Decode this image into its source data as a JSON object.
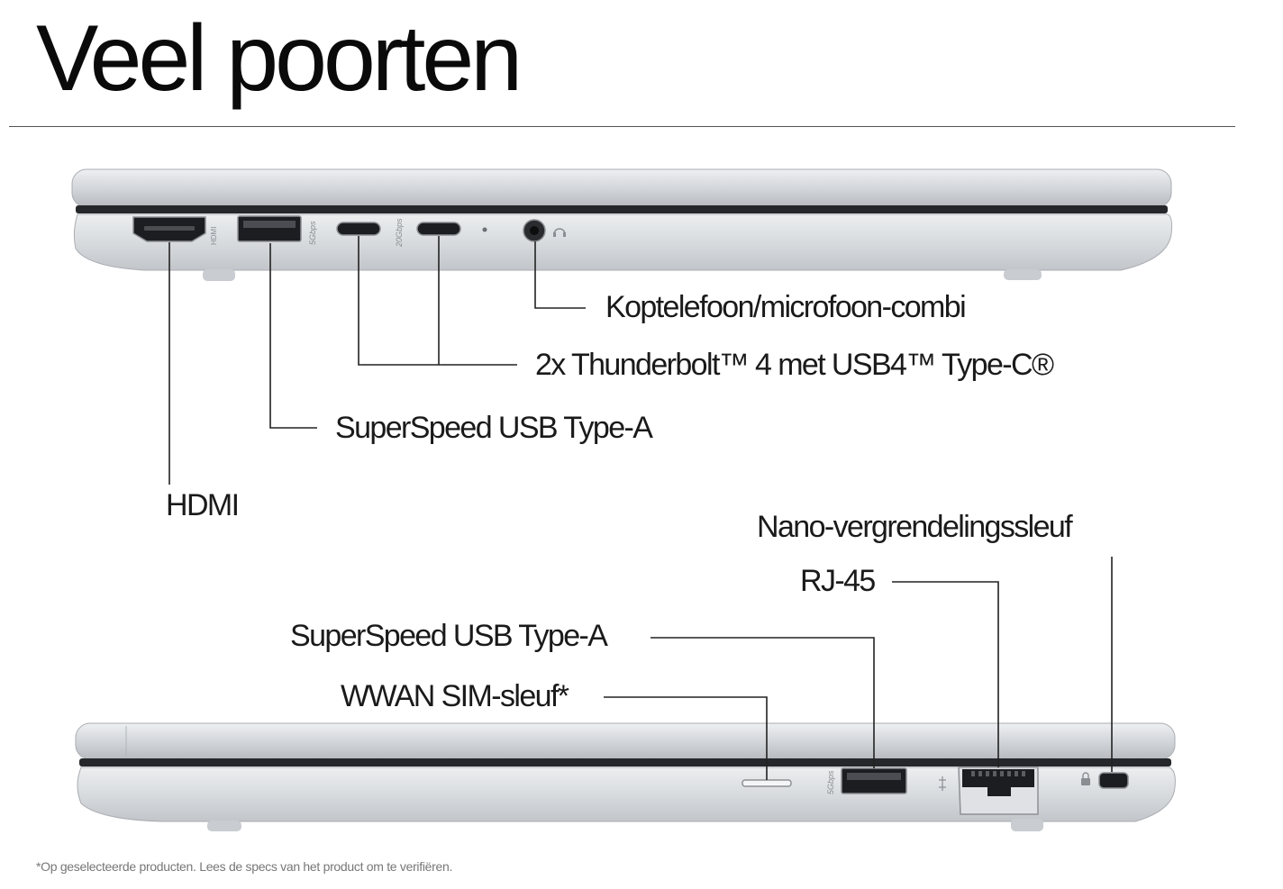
{
  "title": "Veel poorten",
  "top_side": {
    "labels": {
      "headphone": "Koptelefoon/microfoon-combi",
      "thunderbolt": "2x Thunderbolt™ 4 met USB4™ Type-C®",
      "usb_a": "SuperSpeed USB Type-A",
      "hdmi": "HDMI"
    },
    "port_marks": {
      "hdmi": "HDMI",
      "usb_speed": "5Gbps",
      "tb_speed": "20Gbps"
    }
  },
  "bottom_side": {
    "labels": {
      "nano_lock": "Nano-vergrendelingssleuf",
      "rj45": "RJ-45",
      "usb_a": "SuperSpeed USB Type-A",
      "sim": "WWAN SIM-sleuf*"
    },
    "port_marks": {
      "usb_speed": "5Gbps"
    }
  },
  "footnote": "*Op geselecteerde producten. Lees de specs van het product om te verifiëren.",
  "colors": {
    "chassis": "#d7d9dc",
    "chassis_dark": "#b9bcc0",
    "port": "#1c1d20",
    "line": "#222222"
  }
}
